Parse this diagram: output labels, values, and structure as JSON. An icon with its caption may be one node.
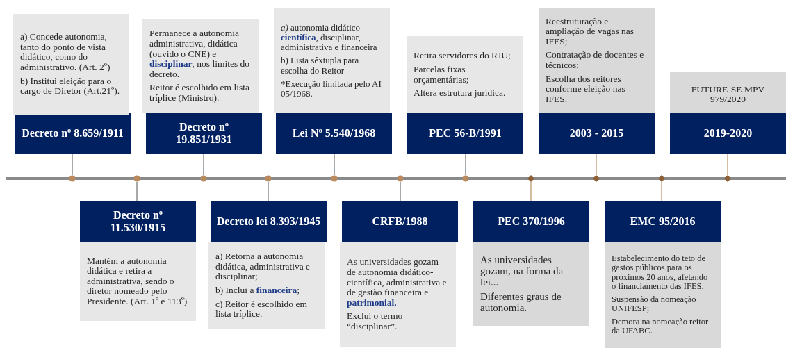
{
  "diagram": {
    "nodes": [
      {
        "text": [
          "Decreto nº 8.659/1911"
        ]
      },
      {
        "text": [
          "a) Concede autonomia, tanto do ponto de vista didático, como do administrativo. (Art. 2º)",
          "b) Institui eleição para o cargo de Diretor (Art.21º)."
        ]
      },
      {
        "text": [
          "Decreto nº 11.530/1915"
        ]
      },
      {
        "text": [
          "Mantém a autonomia didática e retira a administrativa, sendo o diretor nomeado pelo Presidente. (Art. 1º e 113º)"
        ]
      },
      {
        "text": [
          "Decreto nº 19.851/1931"
        ]
      },
      {
        "text": [
          "Permanece a autonomia administrativa, didática (ouvido o CNE) e **disciplinar**, nos limites do decreto.",
          "Reitor é escolhido em lista tríplice (Ministro)."
        ]
      },
      {
        "text": [
          "Decreto lei 8.393/1945"
        ]
      },
      {
        "text": [
          "a) Retorna a autonomia didática, administrativa e disciplinar;",
          "b) Inclui a **financeira**;",
          "c) Reitor é escolhido em lista tríplice."
        ]
      },
      {
        "text": [
          "Lei Nº 5.540/1968"
        ]
      },
      {
        "text": [
          "*a)* autonomia didático-**científica**, disciplinar, administrativa e financeira",
          "b) Lista sêxtupla para escolha do Reitor",
          "*Execução limitada pelo AI 05/1968."
        ]
      },
      {
        "text": [
          "CRFB/1988"
        ]
      },
      {
        "text": [
          "As universidades gozam de autonomia didático-científica, administrativa e de gestão financeira e **patrimonial.**",
          "Exclui o termo “disciplinar”."
        ]
      },
      {
        "text": [
          "PEC 56-B/1991"
        ]
      },
      {
        "text": [
          "Retira servidores do RJU;",
          "Parcelas fixas orçamentárias;",
          "Altera estrutura jurídica."
        ]
      },
      {
        "text": [
          "PEC 370/1996"
        ]
      },
      {
        "text": [
          "As universidades gozam, na forma da lei...",
          "Diferentes graus de autonomia."
        ]
      },
      {
        "text": [
          "2003 - 2015"
        ]
      },
      {
        "text": [
          "Reestruturação e ampliação de vagas nas IFES;",
          "Contratação de docentes e técnicos;",
          "Escolha dos reitores conforme eleição nas IFES."
        ]
      },
      {
        "text": [
          "EMC 95/2016"
        ]
      },
      {
        "text": [
          "Estabelecimento do teto de gastos públicos para os próximos 20 anos, afetando o financiamento das IFES.",
          "Suspensão da nomeação UNIFESP;",
          "Demora na nomeação reitor da UFABC."
        ]
      },
      {
        "text": [
          "2019-2020"
        ]
      },
      {
        "text": [
          "FUTURE-SE MPV 979/2020"
        ]
      },
      {
        "text": [],
        "shape": "circle"
      },
      {
        "text": [],
        "shape": "circle"
      },
      {
        "text": [],
        "shape": "circle"
      },
      {
        "text": [],
        "shape": "circle"
      },
      {
        "text": [],
        "shape": "circle"
      },
      {
        "text": [],
        "shape": "circle"
      },
      {
        "text": [],
        "shape": "circle"
      },
      {
        "text": [],
        "shape": "diamond"
      },
      {
        "text": [],
        "shape": "diamond"
      },
      {
        "text": [],
        "shape": "diamond"
      },
      {
        "text": [],
        "shape": "diamond"
      }
    ],
    "edges": [
      {
        "from": 0,
        "to": 22,
        "arrow": "none"
      },
      {
        "from": 2,
        "to": 23,
        "arrow": "none"
      },
      {
        "from": 4,
        "to": 24,
        "arrow": "none"
      },
      {
        "from": 6,
        "to": 25,
        "arrow": "none"
      },
      {
        "from": 8,
        "to": 26,
        "arrow": "none"
      },
      {
        "from": 10,
        "to": 27,
        "arrow": "none"
      },
      {
        "from": 12,
        "to": 28,
        "arrow": "none"
      },
      {
        "from": 14,
        "to": 29,
        "arrow": "none",
        "color": "#c9a886"
      },
      {
        "from": 16,
        "to": 30,
        "arrow": "none",
        "color": "#c9a886"
      },
      {
        "from": 18,
        "to": 31,
        "arrow": "none",
        "color": "#c9a886"
      },
      {
        "from": 20,
        "to": 32,
        "arrow": "none",
        "color": "#c9a886"
      }
    ]
  }
}
